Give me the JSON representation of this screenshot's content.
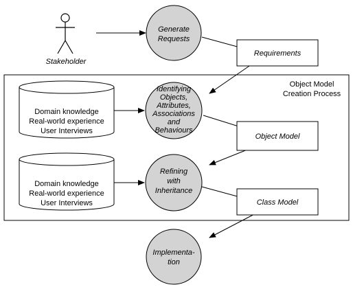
{
  "actor": {
    "label": "Stakeholder"
  },
  "process_label": {
    "line1": "Object Model",
    "line2": "Creation Process"
  },
  "processes": {
    "generate": {
      "lines": [
        "Generate",
        "Requests"
      ]
    },
    "identify": {
      "lines": [
        "Identifying",
        "Objects,",
        "Attributes,",
        "Associations",
        "and",
        "Behaviours"
      ]
    },
    "refine": {
      "lines": [
        "Refining",
        "with",
        "Inheritance"
      ]
    },
    "implementation": {
      "lines": [
        "Implementa-",
        "tion"
      ]
    }
  },
  "artifacts": {
    "requirements": "Requirements",
    "object_model": "Object Model",
    "class_model": "Class Model"
  },
  "stores": [
    {
      "lines": [
        "Domain knowledge",
        "Real-world experience",
        "User Interviews"
      ]
    },
    {
      "lines": [
        "Domain knowledge",
        "Real-world experience",
        "User Interviews"
      ]
    }
  ],
  "colors": {
    "process_fill": "#d3d3d3",
    "stroke": "#000000",
    "background": "#ffffff"
  }
}
